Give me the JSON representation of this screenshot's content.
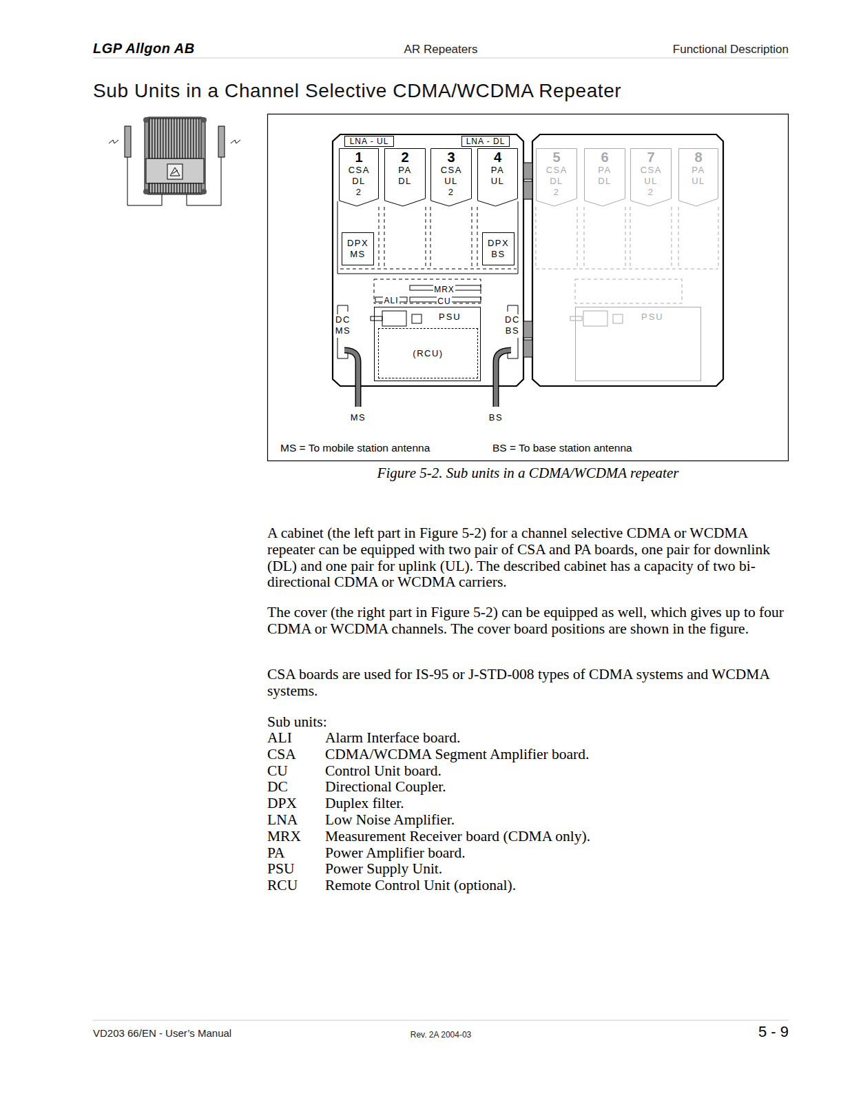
{
  "diagram": {
    "title": "Sub Units in a Channel Selective CDMA/WCDMA Repeater",
    "caption": "Figure 5-2.  Sub units in a CDMA/WCDMA repeater",
    "nodes": [
      {
        "text": [
          "LNA - UL"
        ]
      },
      {
        "text": [
          "LNA - DL"
        ]
      },
      {
        "text": [
          "1",
          "CSA DL 2"
        ]
      },
      {
        "text": [
          "2",
          "PA DL"
        ]
      },
      {
        "text": [
          "3",
          "CSA UL 2"
        ]
      },
      {
        "text": [
          "4",
          "PA UL"
        ]
      },
      {
        "text": [
          "DPX MS"
        ]
      },
      {
        "text": [
          "DPX BS"
        ]
      },
      {
        "text": [
          "ALI"
        ]
      },
      {
        "text": [
          "MRX"
        ]
      },
      {
        "text": [
          "CU"
        ]
      },
      {
        "text": [
          "PSU"
        ]
      },
      {
        "text": [
          "(RCU)"
        ],
        "in": 11
      },
      {
        "text": [
          "DC MS"
        ]
      },
      {
        "text": [
          "DC BS"
        ]
      },
      {
        "text": [
          "5",
          "CSA DL 2"
        ]
      },
      {
        "text": [
          "6",
          "PA DL"
        ]
      },
      {
        "text": [
          "7",
          "CSA UL 2"
        ]
      },
      {
        "text": [
          "8",
          "PA UL"
        ]
      },
      {
        "text": [
          "PSU"
        ]
      }
    ],
    "labels": [
      "LGP Allgon AB",
      "AR Repeaters",
      "Functional Description",
      "MS",
      "BS",
      "MS = To mobile station antenna",
      "BS = To base station antenna",
      "A cabinet (the left part in Figure 5-2) for a channel selective CDMA or WCDMA repeater can be equipped with two pair of CSA and PA boards, one pair for downlink (DL) and one pair for uplink (UL). The described cabinet has a capacity of two bi-directional CDMA or WCDMA carriers.",
      "The cover (the right part in Figure 5-2) can be equipped as well, which gives up to four CDMA or WCDMA channels. The cover board positions are shown in the figure.",
      "CSA boards are used for IS-95 or J-STD-008 types of CDMA systems and WCDMA systems.",
      "Sub units:",
      "ALI",
      "Alarm Interface board.",
      "CSA",
      "CDMA/WCDMA Segment Amplifier board.",
      "CU",
      "Control Unit board.",
      "DC",
      "Directional Coupler.",
      "DPX",
      "Duplex filter.",
      "LNA",
      "Low Noise Amplifier.",
      "MRX",
      "Measurement Receiver board (CDMA only).",
      "PA",
      "Power Amplifier board.",
      "PSU",
      "Power Supply Unit.",
      "RCU",
      "Remote Control Unit (optional).",
      "VD203 66/EN - User’s Manual",
      "Rev. 2A  2004-03",
      "5 - 9"
    ]
  }
}
